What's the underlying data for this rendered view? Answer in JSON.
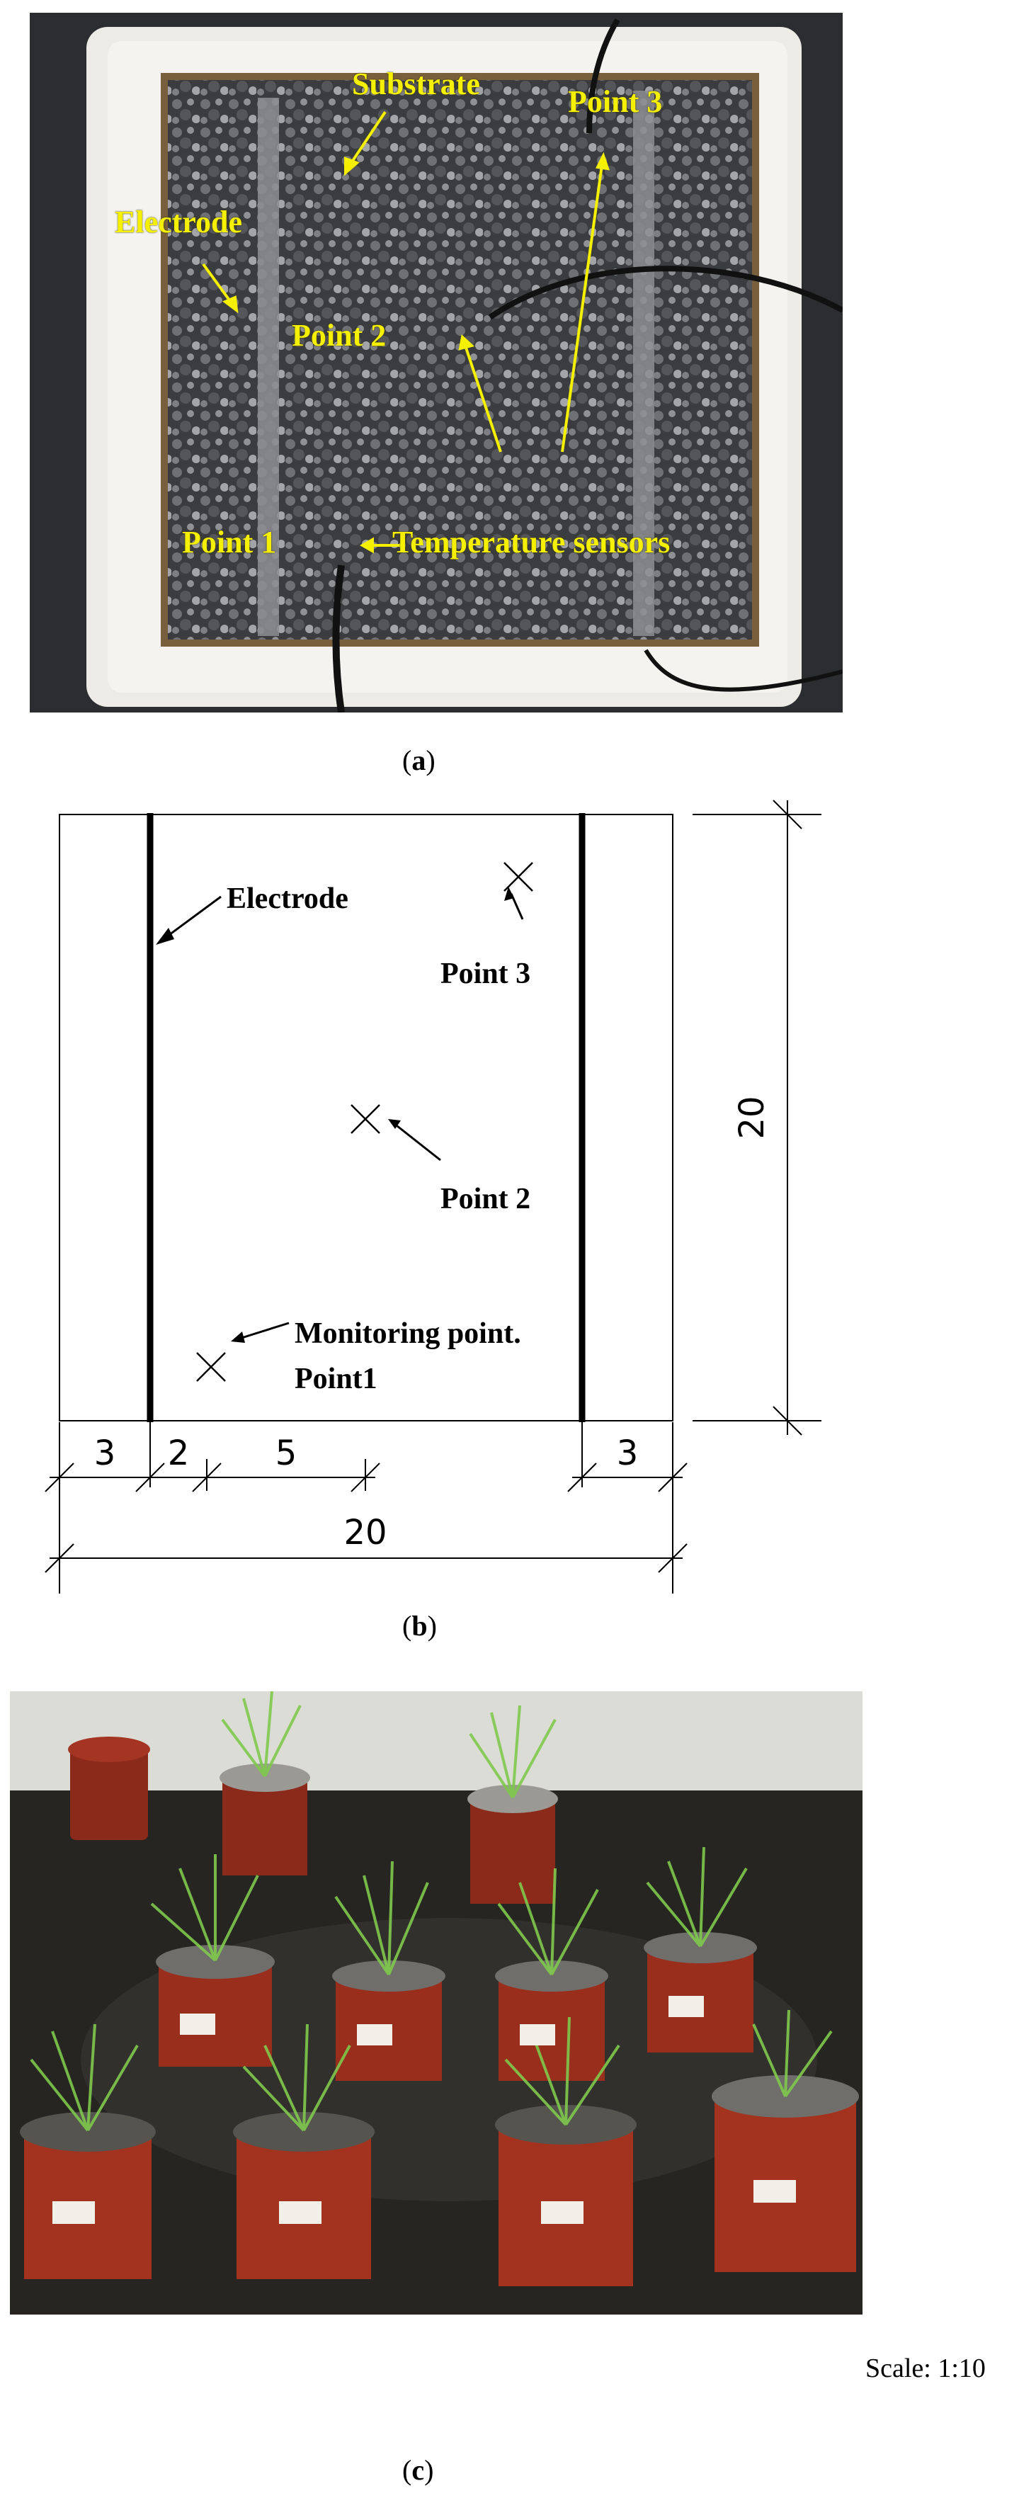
{
  "panel_a": {
    "labels": {
      "substrate": "Substrate",
      "point3": "Point 3",
      "electrode": "Electrode",
      "point2": "Point 2",
      "point1": "Point 1",
      "temperature_sensors": "Temperature sensors"
    },
    "label_color": "#f4f000",
    "caption_letter": "a"
  },
  "panel_b": {
    "labels": {
      "electrode": "Electrode",
      "point3": "Point 3",
      "point2": "Point 2",
      "monitoring_point": "Monitoring point.",
      "point1": "Point1"
    },
    "dimensions": {
      "height": "20",
      "left_margin": "3",
      "gap": "2",
      "offset": "5",
      "right_margin": "3",
      "width": "20"
    },
    "caption_letter": "b"
  },
  "panel_c": {
    "scale": "Scale: 1:10",
    "caption_letter": "c"
  }
}
